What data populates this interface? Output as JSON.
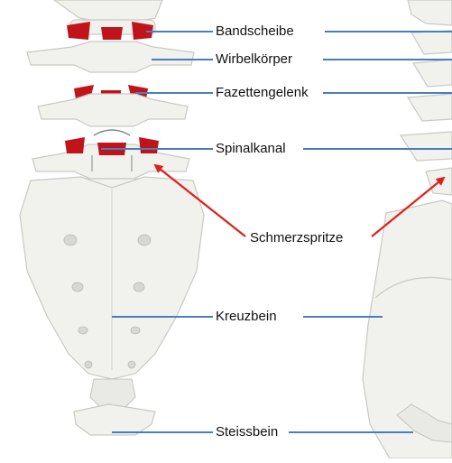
{
  "labels": {
    "disc": "Bandscheibe",
    "vertebral_body": "Wirbelkörper",
    "facet_joint": "Fazettengelenk",
    "spinal_canal": "Spinalkanal",
    "injection": "Schmerzspritze",
    "sacrum": "Kreuzbein",
    "coccyx": "Steissbein"
  },
  "colors": {
    "leader_line": "#4a7ebb",
    "arrow": "#e0201b",
    "highlight": "#c0141a",
    "bone": "#f1f1ee"
  }
}
